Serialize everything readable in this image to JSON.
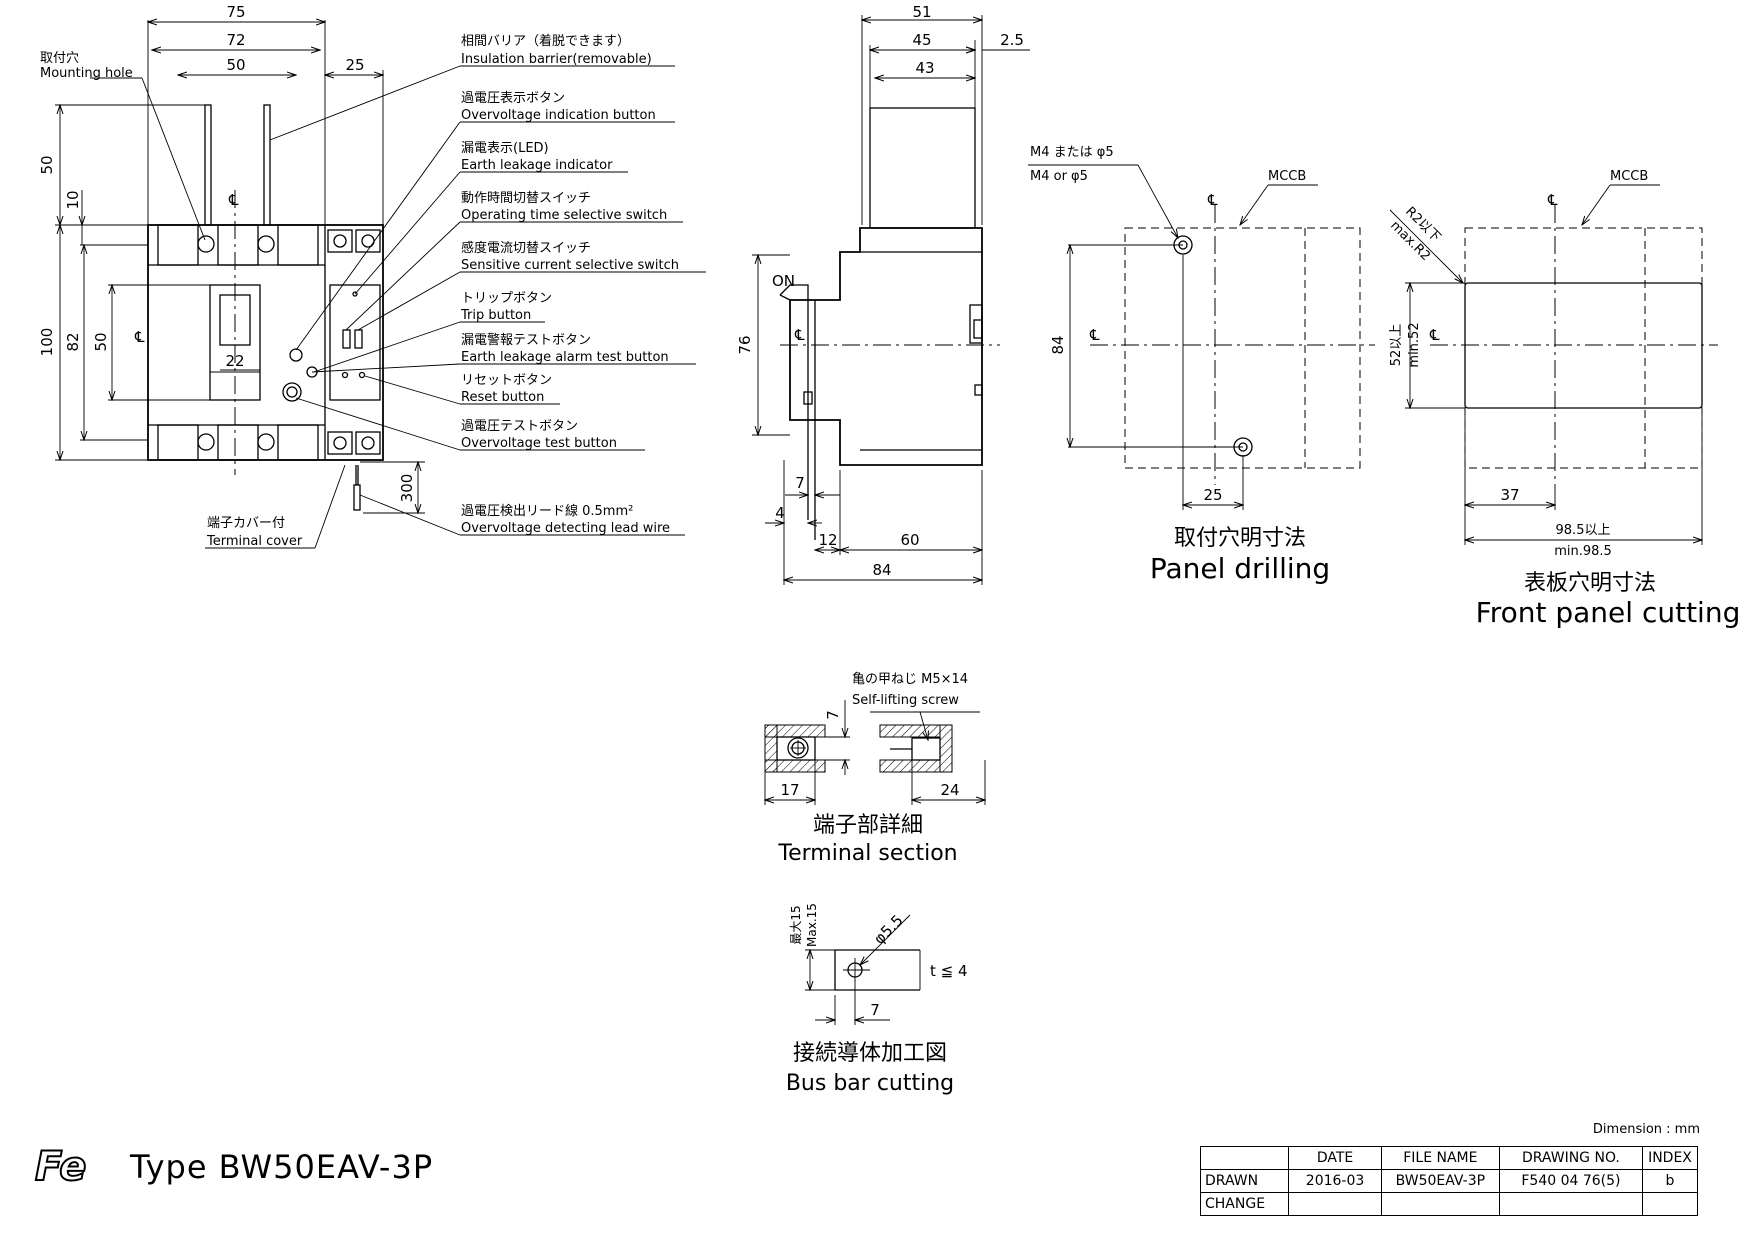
{
  "front_view": {
    "dims": {
      "w75": "75",
      "w72": "72",
      "w50": "50",
      "w25": "25",
      "h50": "50",
      "h10": "10",
      "h100": "100",
      "h82": "82",
      "h50b": "50",
      "w22": "22",
      "lead300": "300"
    },
    "labels": {
      "mounting_hole_jp": "取付穴",
      "mounting_hole_en": "Mounting hole",
      "insulation_jp": "相間バリア（着脱できます）",
      "insulation_en": "Insulation barrier(removable)",
      "ov_ind_jp": "過電圧表示ボタン",
      "ov_ind_en": "Overvoltage indication button",
      "led_jp": "漏電表示(LED)",
      "led_en": "Earth leakage indicator",
      "op_time_jp": "動作時間切替スイッチ",
      "op_time_en": "Operating time selective switch",
      "sens_jp": "感度電流切替スイッチ",
      "sens_en": "Sensitive current selective switch",
      "trip_jp": "トリップボタン",
      "trip_en": "Trip button",
      "el_test_jp": "漏電警報テストボタン",
      "el_test_en": "Earth leakage alarm test button",
      "reset_jp": "リセットボタン",
      "reset_en": "Reset button",
      "ov_test_jp": "過電圧テストボタン",
      "ov_test_en": "Overvoltage test button",
      "lead_jp": "過電圧検出リード線 0.5mm²",
      "lead_en": "Overvoltage detecting lead wire",
      "cover_jp": "端子カバー付",
      "cover_en": "Terminal cover"
    }
  },
  "side_view": {
    "dims": {
      "w51": "51",
      "w45": "45",
      "w43": "43",
      "w2_5": "2.5",
      "h76": "76",
      "d7": "7",
      "d4": "4",
      "d12": "12",
      "d60": "60",
      "d84": "84"
    },
    "on_label": "ON"
  },
  "panel_drilling": {
    "screw_label_1": "M4 または φ5",
    "screw_label_2": "M4 or φ5",
    "mccb": "MCCB",
    "h84": "84",
    "w25": "25",
    "title_jp": "取付穴明寸法",
    "title_en": "Panel drilling"
  },
  "front_panel_cutting": {
    "mccb": "MCCB",
    "radius_jp": "R2以下",
    "radius_en": "max.R2",
    "h52_jp": "52以上",
    "h52_en": "min.52",
    "w37": "37",
    "w98_jp": "98.5以上",
    "w98_en": "min.98.5",
    "title_jp": "表板穴明寸法",
    "title_en": "Front panel cutting"
  },
  "terminal_section": {
    "screw_jp": "亀の甲ねじ  M5×14",
    "screw_en": "Self-lifting screw",
    "d7": "7",
    "d17": "17",
    "d24": "24",
    "title_jp": "端子部詳細",
    "title_en": "Terminal section"
  },
  "bus_bar": {
    "max15_jp": "最大15",
    "max15_en": "Max.15",
    "dia": "φ5.5",
    "thick": "t ≦ 4",
    "d7": "7",
    "title_jp": "接続導体加工図",
    "title_en": "Bus bar cutting"
  },
  "footer": {
    "logo": "Fe",
    "type": "Type  BW50EAV-3P",
    "dimension": "Dimension : mm"
  },
  "title_block": {
    "headers": [
      "",
      "DATE",
      "FILE NAME",
      "DRAWING NO.",
      "INDEX"
    ],
    "rows": [
      [
        "DRAWN",
        "2016-03",
        "BW50EAV-3P",
        "F540 04 76(5)",
        "b"
      ],
      [
        "CHANGE",
        "",
        "",
        "",
        ""
      ]
    ]
  }
}
